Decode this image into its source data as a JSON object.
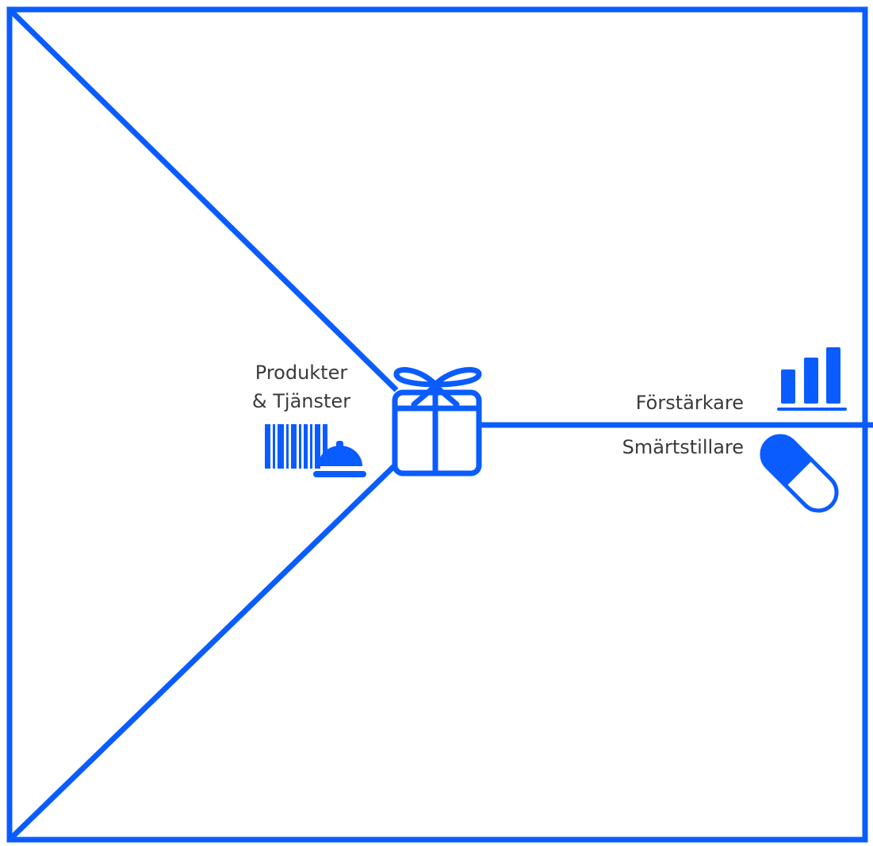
{
  "colors": {
    "accent": "#0a5cff",
    "text": "#3a3a3a",
    "background": "#ffffff"
  },
  "diagram": {
    "products_services": {
      "line1": "Produkter",
      "line2": "& Tjänster",
      "icons": [
        "barcode-icon",
        "service-bell-icon"
      ]
    },
    "gain_creators": {
      "label": "Förstärkare",
      "icon": "bar-chart-icon"
    },
    "pain_relievers": {
      "label": "Smärtstillare",
      "icon": "pill-capsule-icon"
    },
    "center_icon": "gift-box-icon"
  }
}
